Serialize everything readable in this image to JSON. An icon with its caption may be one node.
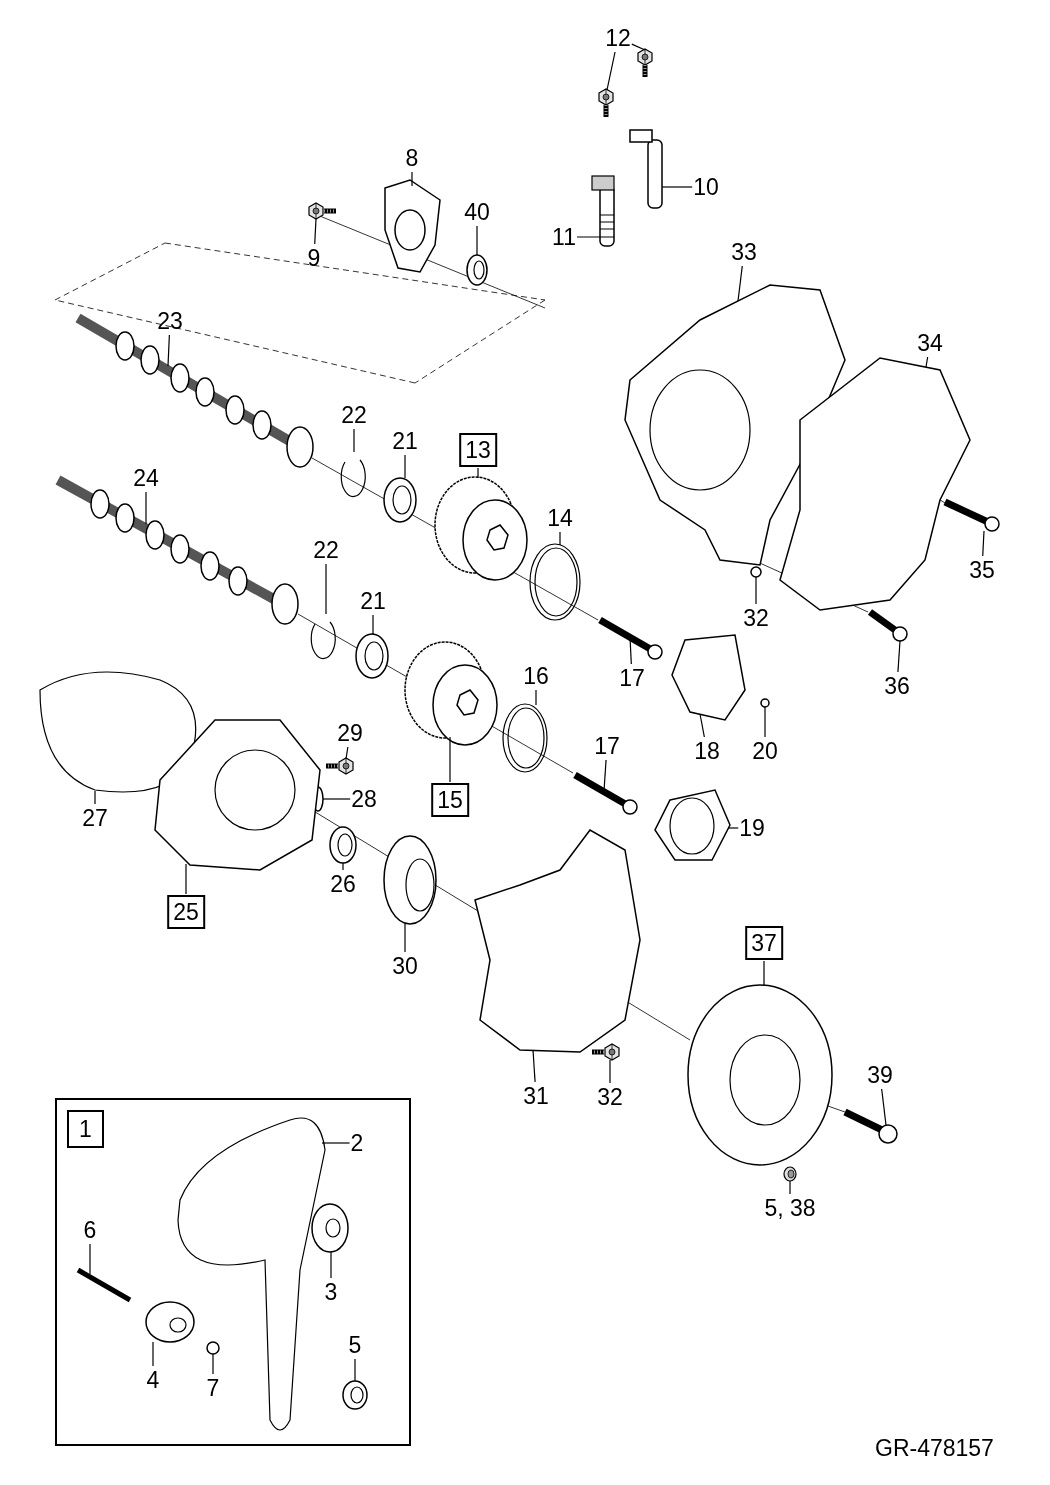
{
  "diagram": {
    "nodes": [
      {
        "text": [
          "1"
        ]
      },
      {
        "text": [
          "12"
        ]
      },
      {
        "text": [
          "8"
        ]
      },
      {
        "text": [
          "10"
        ]
      },
      {
        "text": [
          "9"
        ]
      },
      {
        "text": [
          "40"
        ]
      },
      {
        "text": [
          "11"
        ]
      },
      {
        "text": [
          "33"
        ]
      },
      {
        "text": [
          "23"
        ]
      },
      {
        "text": [
          "34"
        ]
      },
      {
        "text": [
          "22"
        ]
      },
      {
        "text": [
          "21"
        ]
      },
      {
        "text": [
          "13"
        ]
      },
      {
        "text": [
          "24"
        ]
      },
      {
        "text": [
          "14"
        ]
      },
      {
        "text": [
          "35"
        ]
      },
      {
        "text": [
          "22"
        ]
      },
      {
        "text": [
          "21"
        ]
      },
      {
        "text": [
          "32"
        ]
      },
      {
        "text": [
          "17"
        ]
      },
      {
        "text": [
          "36"
        ]
      },
      {
        "text": [
          "16"
        ]
      },
      {
        "text": [
          "18"
        ]
      },
      {
        "text": [
          "20"
        ]
      },
      {
        "text": [
          "29"
        ]
      },
      {
        "text": [
          "17"
        ]
      },
      {
        "text": [
          "15"
        ]
      },
      {
        "text": [
          "28"
        ]
      },
      {
        "text": [
          "27"
        ]
      },
      {
        "text": [
          "19"
        ]
      },
      {
        "text": [
          "26"
        ]
      },
      {
        "text": [
          "25"
        ]
      },
      {
        "text": [
          "30"
        ]
      },
      {
        "text": [
          "37"
        ]
      },
      {
        "text": [
          "39"
        ]
      },
      {
        "text": [
          "31"
        ]
      },
      {
        "text": [
          "32"
        ]
      },
      {
        "text": [
          "5, 38"
        ]
      },
      {
        "text": [
          "2"
        ],
        "in": 0
      },
      {
        "text": [
          "6"
        ],
        "in": 0
      },
      {
        "text": [
          "3"
        ],
        "in": 0
      },
      {
        "text": [
          "5"
        ],
        "in": 0
      },
      {
        "text": [
          "4"
        ],
        "in": 0
      },
      {
        "text": [
          "7"
        ],
        "in": 0
      },
      {
        "text": [],
        "shape": "picture"
      },
      {
        "text": [],
        "shape": "picture"
      },
      {
        "text": [],
        "shape": "picture"
      },
      {
        "text": [],
        "shape": "picture"
      },
      {
        "text": [],
        "shape": "picture"
      },
      {
        "text": [],
        "shape": "picture"
      },
      {
        "text": [],
        "shape": "picture"
      },
      {
        "text": [],
        "shape": "picture"
      },
      {
        "text": [],
        "shape": "picture"
      },
      {
        "text": [],
        "shape": "picture"
      },
      {
        "text": [],
        "shape": "picture"
      },
      {
        "text": [],
        "shape": "picture"
      },
      {
        "text": [],
        "shape": "picture"
      },
      {
        "text": [],
        "shape": "picture"
      },
      {
        "text": [],
        "shape": "picture"
      },
      {
        "text": [],
        "shape": "picture"
      },
      {
        "text": [],
        "shape": "picture"
      },
      {
        "text": [],
        "shape": "picture"
      },
      {
        "text": [],
        "shape": "picture"
      },
      {
        "text": [],
        "shape": "picture"
      },
      {
        "text": [],
        "shape": "picture"
      },
      {
        "text": [],
        "shape": "picture"
      },
      {
        "text": [],
        "shape": "picture"
      },
      {
        "text": [],
        "shape": "picture"
      },
      {
        "text": [],
        "shape": "picture"
      },
      {
        "text": [],
        "shape": "picture"
      },
      {
        "text": [],
        "shape": "picture"
      },
      {
        "text": [],
        "shape": "picture"
      },
      {
        "text": [],
        "shape": "picture"
      },
      {
        "text": [],
        "shape": "picture"
      },
      {
        "text": [],
        "shape": "picture"
      },
      {
        "text": [],
        "shape": "picture"
      },
      {
        "text": [],
        "shape": "picture"
      },
      {
        "text": [],
        "shape": "picture"
      },
      {
        "text": [],
        "shape": "picture"
      },
      {
        "text": [],
        "shape": "picture"
      },
      {
        "text": [],
        "shape": "picture"
      },
      {
        "text": [],
        "shape": "picture"
      },
      {
        "text": [],
        "shape": "picture",
        "in": 0
      },
      {
        "text": [],
        "shape": "picture",
        "in": 0
      },
      {
        "text": [],
        "shape": "picture",
        "in": 0
      },
      {
        "text": [],
        "shape": "picture",
        "in": 0
      },
      {
        "text": [],
        "shape": "picture",
        "in": 0
      },
      {
        "text": [],
        "shape": "picture",
        "in": 0
      }
    ],
    "edges": [
      {
        "from": 1,
        "to": 44,
        "arrow": "none"
      },
      {
        "from": 1,
        "to": 45,
        "arrow": "none"
      },
      {
        "from": 2,
        "to": 46,
        "arrow": "none"
      },
      {
        "from": 3,
        "to": 47,
        "arrow": "none"
      },
      {
        "from": 4,
        "to": 48,
        "arrow": "none"
      },
      {
        "from": 5,
        "to": 49,
        "arrow": "none"
      },
      {
        "from": 6,
        "to": 50,
        "arrow": "none"
      },
      {
        "from": 7,
        "to": 51,
        "arrow": "none"
      },
      {
        "from": 8,
        "to": 52,
        "arrow": "none"
      },
      {
        "from": 9,
        "to": 53,
        "arrow": "none"
      },
      {
        "from": 10,
        "to": 54,
        "arrow": "none"
      },
      {
        "from": 11,
        "to": 55,
        "arrow": "none"
      },
      {
        "from": 12,
        "to": 56,
        "arrow": "none"
      },
      {
        "from": 13,
        "to": 57,
        "arrow": "none"
      },
      {
        "from": 14,
        "to": 58,
        "arrow": "none"
      },
      {
        "from": 15,
        "to": 59,
        "arrow": "none"
      },
      {
        "from": 16,
        "to": 60,
        "arrow": "none"
      },
      {
        "from": 17,
        "to": 61,
        "arrow": "none"
      },
      {
        "from": 18,
        "to": 62,
        "arrow": "none"
      },
      {
        "from": 19,
        "to": 63,
        "arrow": "none"
      },
      {
        "from": 20,
        "to": 64,
        "arrow": "none"
      },
      {
        "from": 21,
        "to": 65,
        "arrow": "none"
      },
      {
        "from": 22,
        "to": 66,
        "arrow": "none"
      },
      {
        "from": 23,
        "to": 67,
        "arrow": "none"
      },
      {
        "from": 24,
        "to": 68,
        "arrow": "none"
      },
      {
        "from": 25,
        "to": 69,
        "arrow": "none"
      },
      {
        "from": 26,
        "to": 70,
        "arrow": "none"
      },
      {
        "from": 27,
        "to": 71,
        "arrow": "none"
      },
      {
        "from": 28,
        "to": 72,
        "arrow": "none"
      },
      {
        "from": 29,
        "to": 73,
        "arrow": "none"
      },
      {
        "from": 30,
        "to": 74,
        "arrow": "none"
      },
      {
        "from": 31,
        "to": 75,
        "arrow": "none"
      },
      {
        "from": 32,
        "to": 76,
        "arrow": "none"
      },
      {
        "from": 33,
        "to": 77,
        "arrow": "none"
      },
      {
        "from": 34,
        "to": 78,
        "arrow": "none"
      },
      {
        "from": 35,
        "to": 79,
        "arrow": "none"
      },
      {
        "from": 36,
        "to": 80,
        "arrow": "none"
      },
      {
        "from": 37,
        "to": 81,
        "arrow": "none"
      },
      {
        "from": 38,
        "to": 82,
        "arrow": "none"
      },
      {
        "from": 39,
        "to": 83,
        "arrow": "none"
      },
      {
        "from": 40,
        "to": 84,
        "arrow": "none"
      },
      {
        "from": 41,
        "to": 85,
        "arrow": "none"
      },
      {
        "from": 42,
        "to": 86,
        "arrow": "none"
      },
      {
        "from": 43,
        "to": 87,
        "arrow": "none"
      }
    ],
    "labels": [
      "GR-478157"
    ]
  }
}
